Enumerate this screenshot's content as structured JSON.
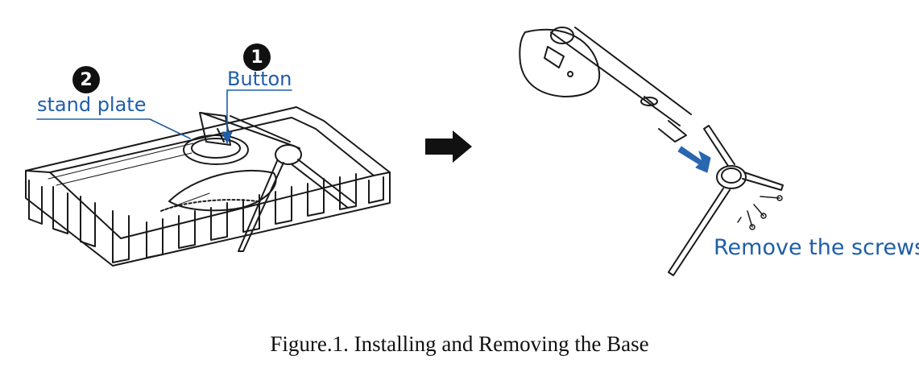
{
  "callouts": {
    "step1_number": "1",
    "step1_label": "Button",
    "step2_number": "2",
    "step2_label": "stand plate",
    "remove_label": "Remove the screws"
  },
  "caption": "Figure.1. Installing and Removing the Base",
  "colors": {
    "label_blue": "#1f5ea8",
    "line_black": "#1a1a1a",
    "arrow_blue": "#2866b0"
  },
  "icons": [
    "monitor-illustration",
    "right-arrow-icon",
    "stand-neck-illustration",
    "tripod-base-illustration",
    "screw-icon"
  ]
}
